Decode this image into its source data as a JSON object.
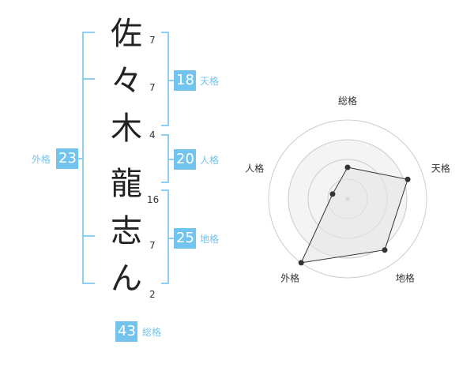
{
  "name": {
    "characters": [
      {
        "char": "佐",
        "strokes": "7"
      },
      {
        "char": "々",
        "strokes": "7"
      },
      {
        "char": "木",
        "strokes": "4"
      },
      {
        "char": "龍",
        "strokes": "16"
      },
      {
        "char": "志",
        "strokes": "7"
      },
      {
        "char": "ん",
        "strokes": "2"
      }
    ]
  },
  "kakusu": {
    "tenkaku": {
      "label": "天格",
      "value": "18"
    },
    "jinkaku": {
      "label": "人格",
      "value": "20"
    },
    "chikaku": {
      "label": "地格",
      "value": "25"
    },
    "gaikaku": {
      "label": "外格",
      "value": "23"
    },
    "soukaku": {
      "label": "総格",
      "value": "43"
    }
  },
  "colors": {
    "accent": "#73c3ef",
    "bracket": "#8ed0f2",
    "radar_fill": "#e5e5e5",
    "radar_grid": "#cccccc"
  },
  "chart_data": {
    "type": "radar",
    "axes": [
      "総格",
      "天格",
      "地格",
      "外格",
      "人格"
    ],
    "levels": 4,
    "values": [
      2,
      4,
      4,
      5,
      1
    ],
    "max": 5
  }
}
